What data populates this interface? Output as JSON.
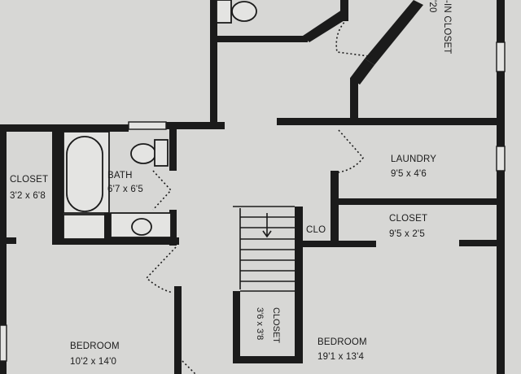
{
  "rooms": {
    "closet_left": {
      "name": "CLOSET",
      "size": "3'2 x 6'8"
    },
    "bath": {
      "name": "BATH",
      "size": "6'7 x 6'5"
    },
    "laundry": {
      "name": "LAUNDRY",
      "size": "9'5 x 4'6"
    },
    "closet_right": {
      "name": "CLOSET",
      "size": "9'5 x 2'5"
    },
    "clo": {
      "name": "CLO"
    },
    "closet_stair": {
      "name": "CLOSET",
      "size": "3'6 x 3'8"
    },
    "bedroom_left": {
      "name": "BEDROOM",
      "size": "10'2 x 14'0"
    },
    "bedroom_center": {
      "name": "BEDROOM",
      "size": "19'1 x 13'4"
    },
    "walkin_closet": {
      "name": "-IN CLOSET",
      "size": "'20"
    }
  }
}
